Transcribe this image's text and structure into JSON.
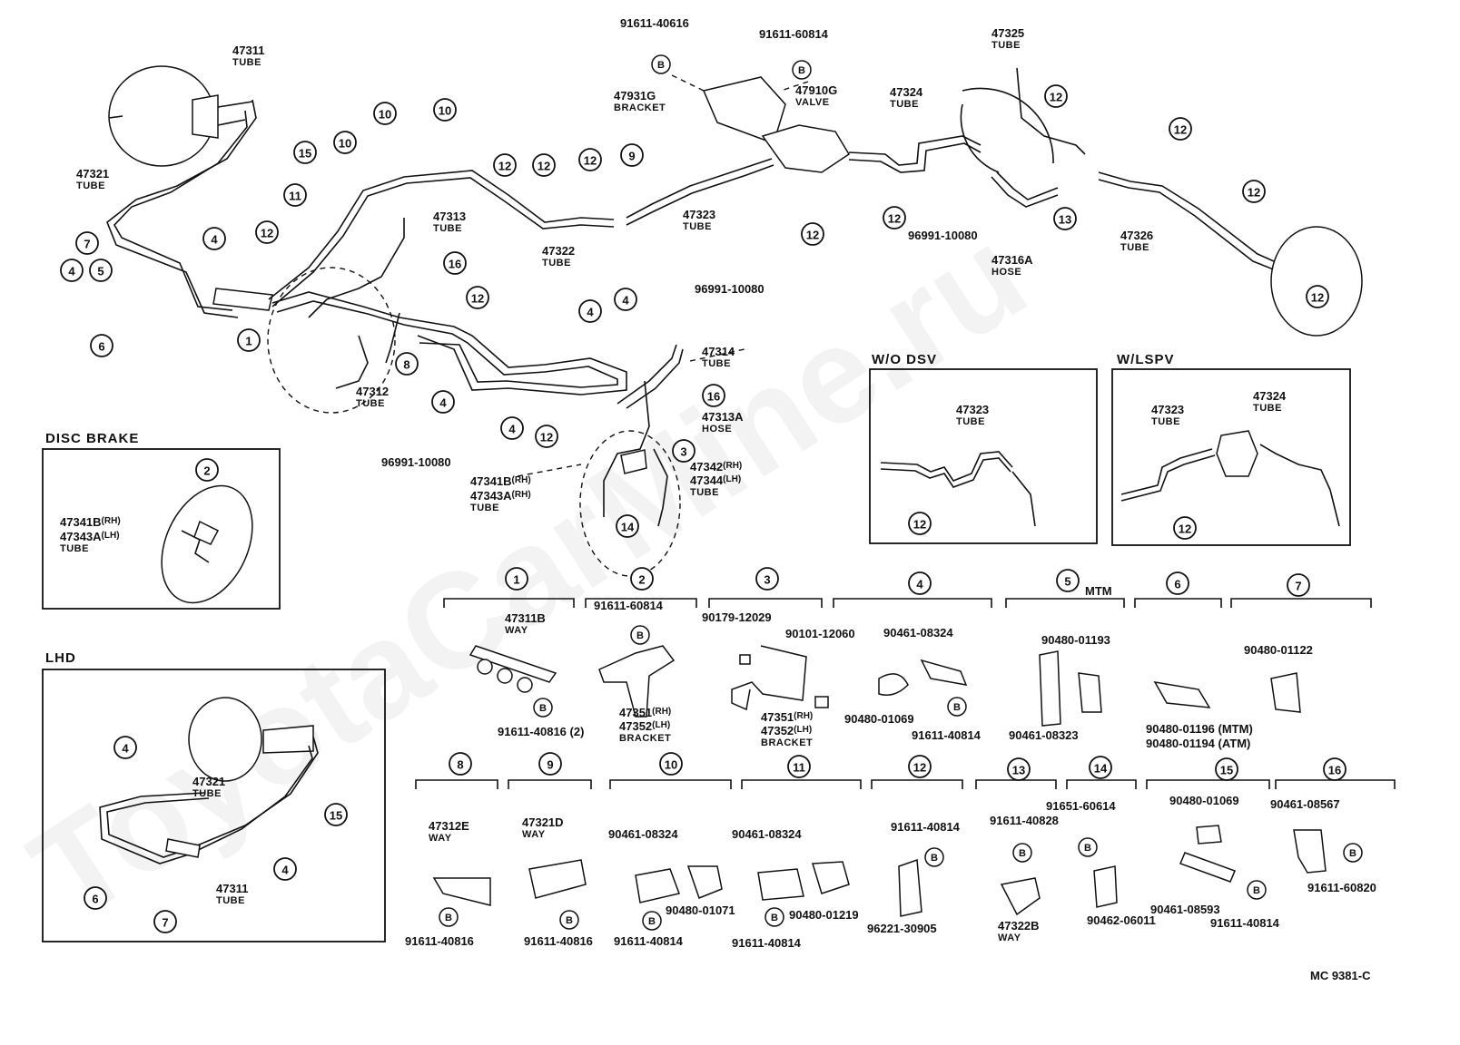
{
  "watermark": "ToyotaCarMine.ru",
  "figure_code": "MC 9381-C",
  "insets": {
    "disc_brake": "DISC BRAKE",
    "lhd": "LHD",
    "wo_dsv": "W/O DSV",
    "w_lspv": "W/LSPV",
    "mtm": "MTM"
  },
  "labels": [
    {
      "num": "91611-40616"
    },
    {
      "num": "91611-60814"
    },
    {
      "num": "47311",
      "sub": "TUBE"
    },
    {
      "num": "47321",
      "sub": "TUBE"
    },
    {
      "num": "47931G",
      "sub": "BRACKET"
    },
    {
      "num": "47910G",
      "sub": "VALVE"
    },
    {
      "num": "47324",
      "sub": "TUBE"
    },
    {
      "num": "47325",
      "sub": "TUBE"
    },
    {
      "num": "47313",
      "sub": "TUBE"
    },
    {
      "num": "47322",
      "sub": "TUBE"
    },
    {
      "num": "47323",
      "sub": "TUBE"
    },
    {
      "num": "96991-10080"
    },
    {
      "num": "47316A",
      "sub": "HOSE"
    },
    {
      "num": "47326",
      "sub": "TUBE"
    },
    {
      "num": "47312",
      "sub": "TUBE"
    },
    {
      "num": "96991-10080"
    },
    {
      "num": "47314",
      "sub": "TUBE"
    },
    {
      "num": "47313A",
      "sub": "HOSE"
    },
    {
      "num": "96991-10080"
    },
    {
      "num": "47341B",
      "sup": "(RH)"
    },
    {
      "num": "47343A",
      "sup": "(RH)",
      "sub": "TUBE"
    },
    {
      "num": "47342",
      "sup": "(RH)"
    },
    {
      "num": "47344",
      "sup": "(LH)",
      "sub": "TUBE"
    },
    {
      "num": "47341B",
      "sup": "(RH)"
    },
    {
      "num": "47343A",
      "sup": "(LH)",
      "sub": "TUBE"
    },
    {
      "num": "47323",
      "sub": "TUBE"
    },
    {
      "num": "47323",
      "sub": "TUBE"
    },
    {
      "num": "47324",
      "sub": "TUBE"
    },
    {
      "num": "47321",
      "sub": "TUBE"
    },
    {
      "num": "47311",
      "sub": "TUBE"
    },
    {
      "num": "47311B",
      "sub": "WAY"
    },
    {
      "num": "91611-40816 (2)"
    },
    {
      "num": "91611-60814"
    },
    {
      "num": "47351",
      "sup": "(RH)"
    },
    {
      "num": "47352",
      "sup": "(LH)",
      "sub": "BRACKET"
    },
    {
      "num": "90179-12029"
    },
    {
      "num": "90101-12060"
    },
    {
      "num": "47351",
      "sup": "(RH)"
    },
    {
      "num": "47352",
      "sup": "(LH)",
      "sub": "BRACKET"
    },
    {
      "num": "90461-08324"
    },
    {
      "num": "90480-01069"
    },
    {
      "num": "91611-40814"
    },
    {
      "num": "90480-01193"
    },
    {
      "num": "90461-08323"
    },
    {
      "num": "90480-01196 (MTM)"
    },
    {
      "num": "90480-01194 (ATM)"
    },
    {
      "num": "90480-01122"
    },
    {
      "num": "47312E",
      "sub": "WAY"
    },
    {
      "num": "91611-40816"
    },
    {
      "num": "47321D",
      "sub": "WAY"
    },
    {
      "num": "91611-40816"
    },
    {
      "num": "90461-08324"
    },
    {
      "num": "90480-01071"
    },
    {
      "num": "91611-40814"
    },
    {
      "num": "90461-08324"
    },
    {
      "num": "90480-01219"
    },
    {
      "num": "91611-40814"
    },
    {
      "num": "91611-40814"
    },
    {
      "num": "96221-30905"
    },
    {
      "num": "91611-40828"
    },
    {
      "num": "47322B",
      "sub": "WAY"
    },
    {
      "num": "91651-60614"
    },
    {
      "num": "90462-06011"
    },
    {
      "num": "90480-01069"
    },
    {
      "num": "90461-08593"
    },
    {
      "num": "91611-40814"
    },
    {
      "num": "90461-08567"
    },
    {
      "num": "91611-60820"
    }
  ],
  "callouts": [
    "15",
    "10",
    "10",
    "10",
    "11",
    "12",
    "4",
    "7",
    "5",
    "4",
    "6",
    "1",
    "12",
    "12",
    "12",
    "9",
    "12",
    "12",
    "12",
    "12",
    "13",
    "12",
    "12",
    "16",
    "12",
    "8",
    "4",
    "4",
    "4",
    "4",
    "12",
    "16",
    "3",
    "14",
    "2",
    "4",
    "6",
    "7",
    "4",
    "15",
    "12",
    "12",
    "1",
    "2",
    "3",
    "4",
    "5",
    "6",
    "7",
    "8",
    "9",
    "10",
    "11",
    "12",
    "13",
    "14",
    "15",
    "16"
  ],
  "bolt_marker": "B"
}
